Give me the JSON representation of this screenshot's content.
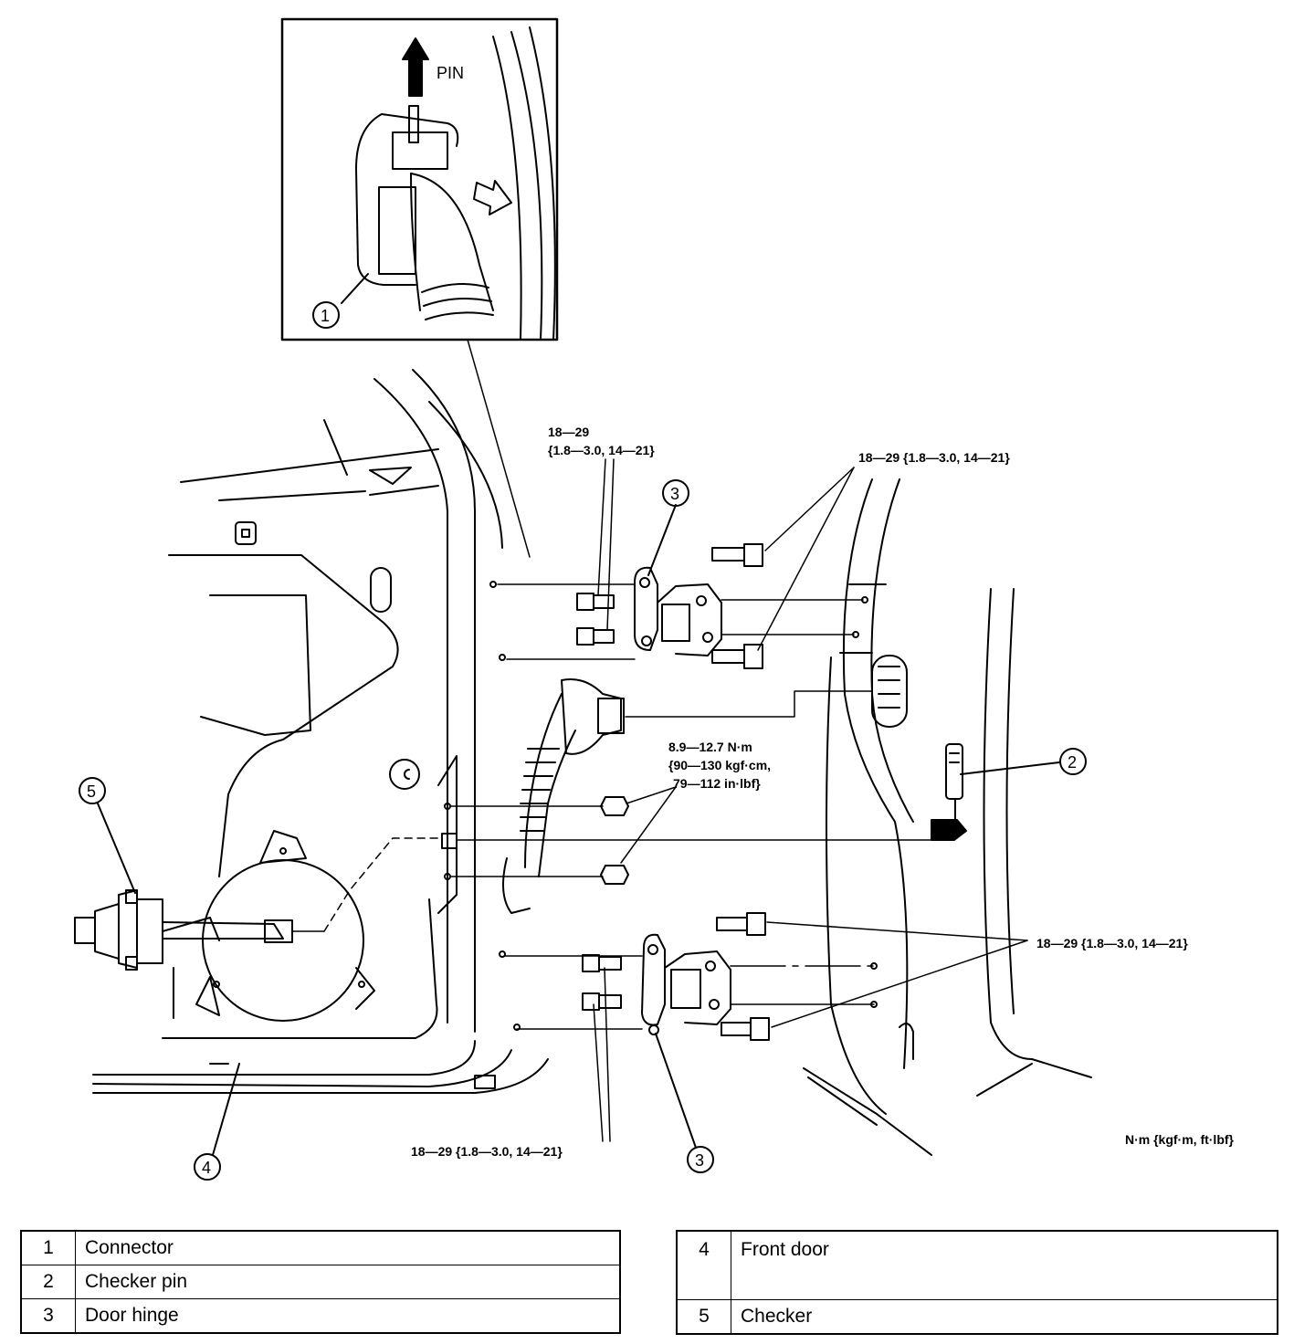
{
  "inset": {
    "pin_label": "PIN",
    "callout": "1"
  },
  "callouts": {
    "c1": "1",
    "c2": "2",
    "c3_top": "3",
    "c3_bottom": "3",
    "c4": "4",
    "c5": "5"
  },
  "torque": {
    "upper_left_line1": "18—29",
    "upper_left_line2": "{1.8—3.0, 14—21}",
    "upper_right": "18—29 {1.8—3.0, 14—21}",
    "middle_line1": "8.9—12.7 N·m",
    "middle_line2": "{90—130 kgf·cm,",
    "middle_line3": "79—112 in·lbf}",
    "lower_right": "18—29 {1.8—3.0, 14—21}",
    "lower_left": "18—29 {1.8—3.0, 14—21}",
    "units": "N·m {kgf·m, ft·lbf}"
  },
  "legend": {
    "left": [
      {
        "num": "1",
        "name": "Connector"
      },
      {
        "num": "2",
        "name": "Checker pin"
      },
      {
        "num": "3",
        "name": "Door hinge"
      }
    ],
    "right": [
      {
        "num": "4",
        "name": "Front door"
      },
      {
        "num": "5",
        "name": "Checker"
      }
    ]
  }
}
